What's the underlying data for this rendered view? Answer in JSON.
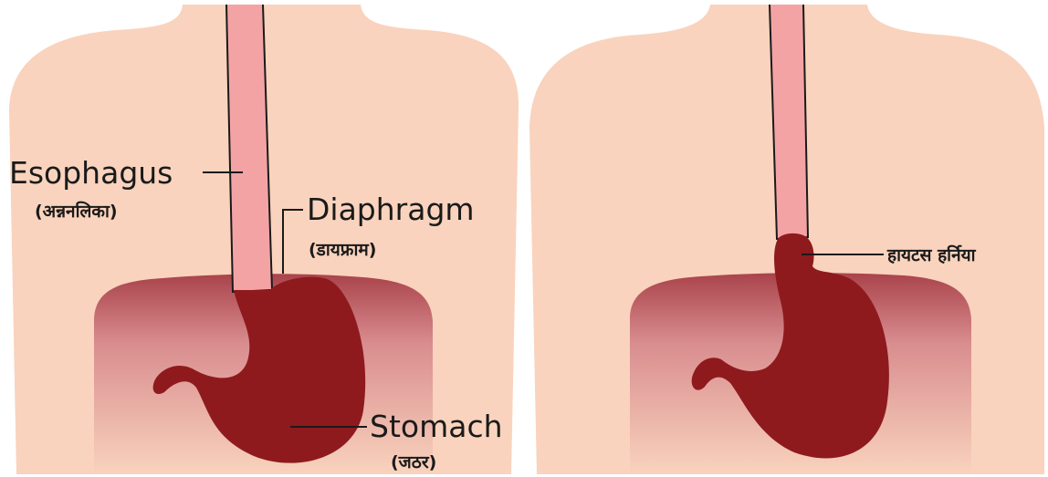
{
  "labels": {
    "esophagus": "Esophagus",
    "esophagus_hi": "(अन्ननलिका)",
    "diaphragm": "Diaphragm",
    "diaphragm_hi": "(डायफ्राम)",
    "stomach": "Stomach",
    "stomach_hi": "(जठर)",
    "hiatus_hernia": "हायटस हर्निया"
  },
  "colors": {
    "skin": "#f9d3bd",
    "esophagus": "#f4a3a5",
    "stomach": "#8e1a1e",
    "diaphragm_edge": "#a9434b",
    "outline": "#1a1a1a"
  }
}
